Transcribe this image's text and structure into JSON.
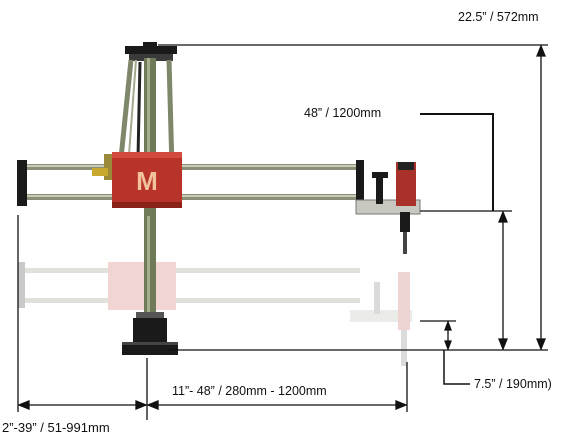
{
  "dimensions": {
    "overall_height": "22.5” / 572mm",
    "max_reach": "48” / 1200mm",
    "vertical_stroke": "7.5” / 190mm)",
    "arm_reach": "11”- 48” /  280mm - 1200mm",
    "base_offset": "2”-39” / 51-991mm"
  },
  "logo_letter": "M",
  "colors": {
    "arm_red": "#b8342a",
    "rail": "#8a9078",
    "pole": "#6e7a58",
    "dark": "#1a1a1a",
    "ghost": "#d9dccd"
  }
}
